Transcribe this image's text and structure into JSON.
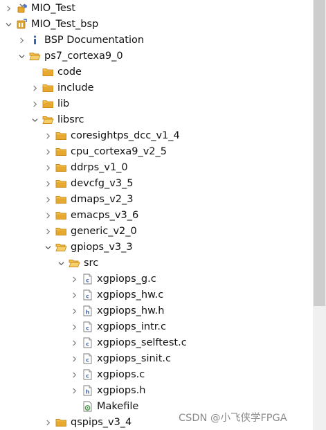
{
  "tree": [
    {
      "label": "MIO_Test",
      "depth": 0,
      "expanded": false,
      "icon": "project-icon"
    },
    {
      "label": "MIO_Test_bsp",
      "depth": 0,
      "expanded": true,
      "icon": "bsp-project-icon"
    },
    {
      "label": "BSP Documentation",
      "depth": 1,
      "expanded": false,
      "icon": "info-icon"
    },
    {
      "label": "ps7_cortexa9_0",
      "depth": 1,
      "expanded": true,
      "icon": "folder-open-icon"
    },
    {
      "label": "code",
      "depth": 2,
      "expanded": null,
      "icon": "folder-icon"
    },
    {
      "label": "include",
      "depth": 2,
      "expanded": false,
      "icon": "folder-icon"
    },
    {
      "label": "lib",
      "depth": 2,
      "expanded": false,
      "icon": "folder-icon"
    },
    {
      "label": "libsrc",
      "depth": 2,
      "expanded": true,
      "icon": "folder-open-icon"
    },
    {
      "label": "coresightps_dcc_v1_4",
      "depth": 3,
      "expanded": false,
      "icon": "folder-icon"
    },
    {
      "label": "cpu_cortexa9_v2_5",
      "depth": 3,
      "expanded": false,
      "icon": "folder-icon"
    },
    {
      "label": "ddrps_v1_0",
      "depth": 3,
      "expanded": false,
      "icon": "folder-icon"
    },
    {
      "label": "devcfg_v3_5",
      "depth": 3,
      "expanded": false,
      "icon": "folder-icon"
    },
    {
      "label": "dmaps_v2_3",
      "depth": 3,
      "expanded": false,
      "icon": "folder-icon"
    },
    {
      "label": "emacps_v3_6",
      "depth": 3,
      "expanded": false,
      "icon": "folder-icon"
    },
    {
      "label": "generic_v2_0",
      "depth": 3,
      "expanded": false,
      "icon": "folder-icon"
    },
    {
      "label": "gpiops_v3_3",
      "depth": 3,
      "expanded": true,
      "icon": "folder-open-icon"
    },
    {
      "label": "src",
      "depth": 4,
      "expanded": true,
      "icon": "folder-open-icon"
    },
    {
      "label": "xgpiops_g.c",
      "depth": 5,
      "expanded": false,
      "icon": "c-file-icon"
    },
    {
      "label": "xgpiops_hw.c",
      "depth": 5,
      "expanded": false,
      "icon": "c-file-icon"
    },
    {
      "label": "xgpiops_hw.h",
      "depth": 5,
      "expanded": false,
      "icon": "h-file-icon"
    },
    {
      "label": "xgpiops_intr.c",
      "depth": 5,
      "expanded": false,
      "icon": "c-file-icon"
    },
    {
      "label": "xgpiops_selftest.c",
      "depth": 5,
      "expanded": false,
      "icon": "c-file-icon"
    },
    {
      "label": "xgpiops_sinit.c",
      "depth": 5,
      "expanded": false,
      "icon": "c-file-icon"
    },
    {
      "label": "xgpiops.c",
      "depth": 5,
      "expanded": false,
      "icon": "c-file-icon"
    },
    {
      "label": "xgpiops.h",
      "depth": 5,
      "expanded": false,
      "icon": "h-file-icon"
    },
    {
      "label": "Makefile",
      "depth": 5,
      "expanded": null,
      "icon": "makefile-icon"
    },
    {
      "label": "qspips_v3_4",
      "depth": 3,
      "expanded": false,
      "icon": "folder-icon"
    }
  ],
  "watermark": "CSDN @小飞侠学FPGA",
  "colors": {
    "folder": "#e6a82e",
    "folder_dark": "#c98a14",
    "file_blue": "#3a66b5",
    "background": "#ffffff"
  }
}
